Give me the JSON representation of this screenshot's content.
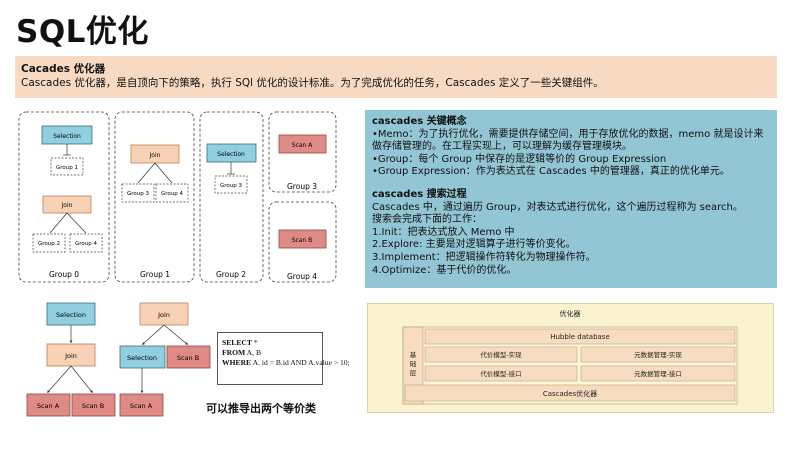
{
  "title": "SQL优化",
  "intro": {
    "heading": "Cacades 优化器",
    "text": "Cascades 优化器，是自顶向下的策略，执行 SQl 优化的设计标准。为了完成优化的任务，Cascades 定义了一些关键组件。"
  },
  "groups_diagram": {
    "group0": {
      "label": "Group 0",
      "top_node": "Selection",
      "top_child": "Group 1",
      "join_node": "Join",
      "join_left": "Group 2",
      "join_right": "Group 4"
    },
    "group1": {
      "label": "Group 1",
      "join_node": "Join",
      "join_left": "Group 3",
      "join_right": "Group 4"
    },
    "group2": {
      "label": "Group 2",
      "node": "Selection",
      "child": "Group 3"
    },
    "group3": {
      "label": "Group 3",
      "node": "Scan A"
    },
    "group4": {
      "label": "Group 4",
      "node": "Scan B"
    }
  },
  "equivalent_plans": {
    "plan1": {
      "top": "Selection",
      "mid": "Join",
      "left": "Scan A",
      "right": "Scan B"
    },
    "plan2": {
      "top": "Join",
      "left": "Selection",
      "right": "Scan B",
      "leaf": "Scan A"
    },
    "note": "可以推导出两个等价类"
  },
  "sql": {
    "line1_kw": "SELECT",
    "line1_rest": " *",
    "line2_kw": "FROM",
    "line2_rest": "  A, B",
    "line3_kw": "WHERE",
    "line3_rest": "  A. id = B.id AND A.value > 10;"
  },
  "concepts": {
    "title": "cascades 关键概念",
    "items": [
      "•Memo：为了执行优化，需要提供存储空间，用于存放优化的数据，memo 就是设计来做存储管理的。在工程实现上，可以理解为缓存管理模块。",
      "•Group：每个 Group 中保存的是逻辑等价的 Group Expression",
      "•Group Expression：作为表达式在 Cascades 中的管理器，真正的优化单元。"
    ],
    "search_title": "cascades 搜索过程",
    "search_lines": [
      "Cascades 中，通过遍历 Group，对表达式进行优化，这个遍历过程称为 search。",
      "搜索会完成下面的工作：",
      "1.Init：把表达式放入 Memo 中",
      "2.Explore: 主要是对逻辑算子进行等价变化。",
      "3.Implement：把逻辑操作符转化为物理操作符。",
      "4.Optimize：基于代价的优化。"
    ]
  },
  "architecture": {
    "title": "优化器",
    "side_label": [
      "基",
      "础",
      "层"
    ],
    "top_bar": "Hubble database",
    "row1_left": "代价模型-实现",
    "row1_right": "元数据管理-实现",
    "row2_left": "代价模型-接口",
    "row2_right": "元数据管理-接口",
    "bottom_bar": "Cascades优化器"
  },
  "colors": {
    "intro_bg": "#f8d9c2",
    "info_bg": "#93c6d5",
    "selection_fill": "#8fcfe0",
    "join_fill": "#f9d2b5",
    "scan_fill": "#e08a86",
    "arch_bg": "#fbf3d0",
    "arch_cell": "#f8dcc0"
  }
}
